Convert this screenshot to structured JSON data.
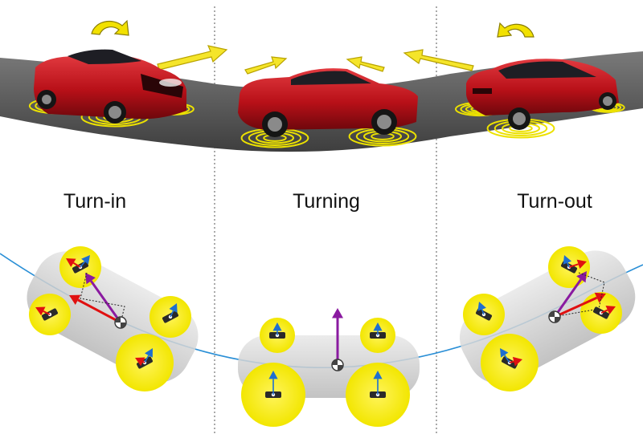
{
  "phases": [
    {
      "label": "Turn-in"
    },
    {
      "label": "Turning"
    },
    {
      "label": "Turn-out"
    }
  ],
  "colors": {
    "road": "#555555",
    "car_body": "#c2121c",
    "car_dark": "#5a0a0e",
    "glass": "#1e1e24",
    "wheel_glow": "#f6e800",
    "wheel_ring": "#d9d200",
    "arrow_fill": "#f5e52a",
    "arrow_stroke": "#b9a300",
    "path_line": "#2a8fd6",
    "topview_body": "#d4d4d4",
    "topview_glow": "#f3ea00",
    "vector_red": "#e01010",
    "vector_blue": "#1e6fd0",
    "vector_purple": "#8a1aa0",
    "divider": "#555555"
  },
  "icons": [
    "curved-arrow-icon",
    "motion-arrow-icon",
    "tire-icon",
    "center-of-gravity-icon"
  ]
}
